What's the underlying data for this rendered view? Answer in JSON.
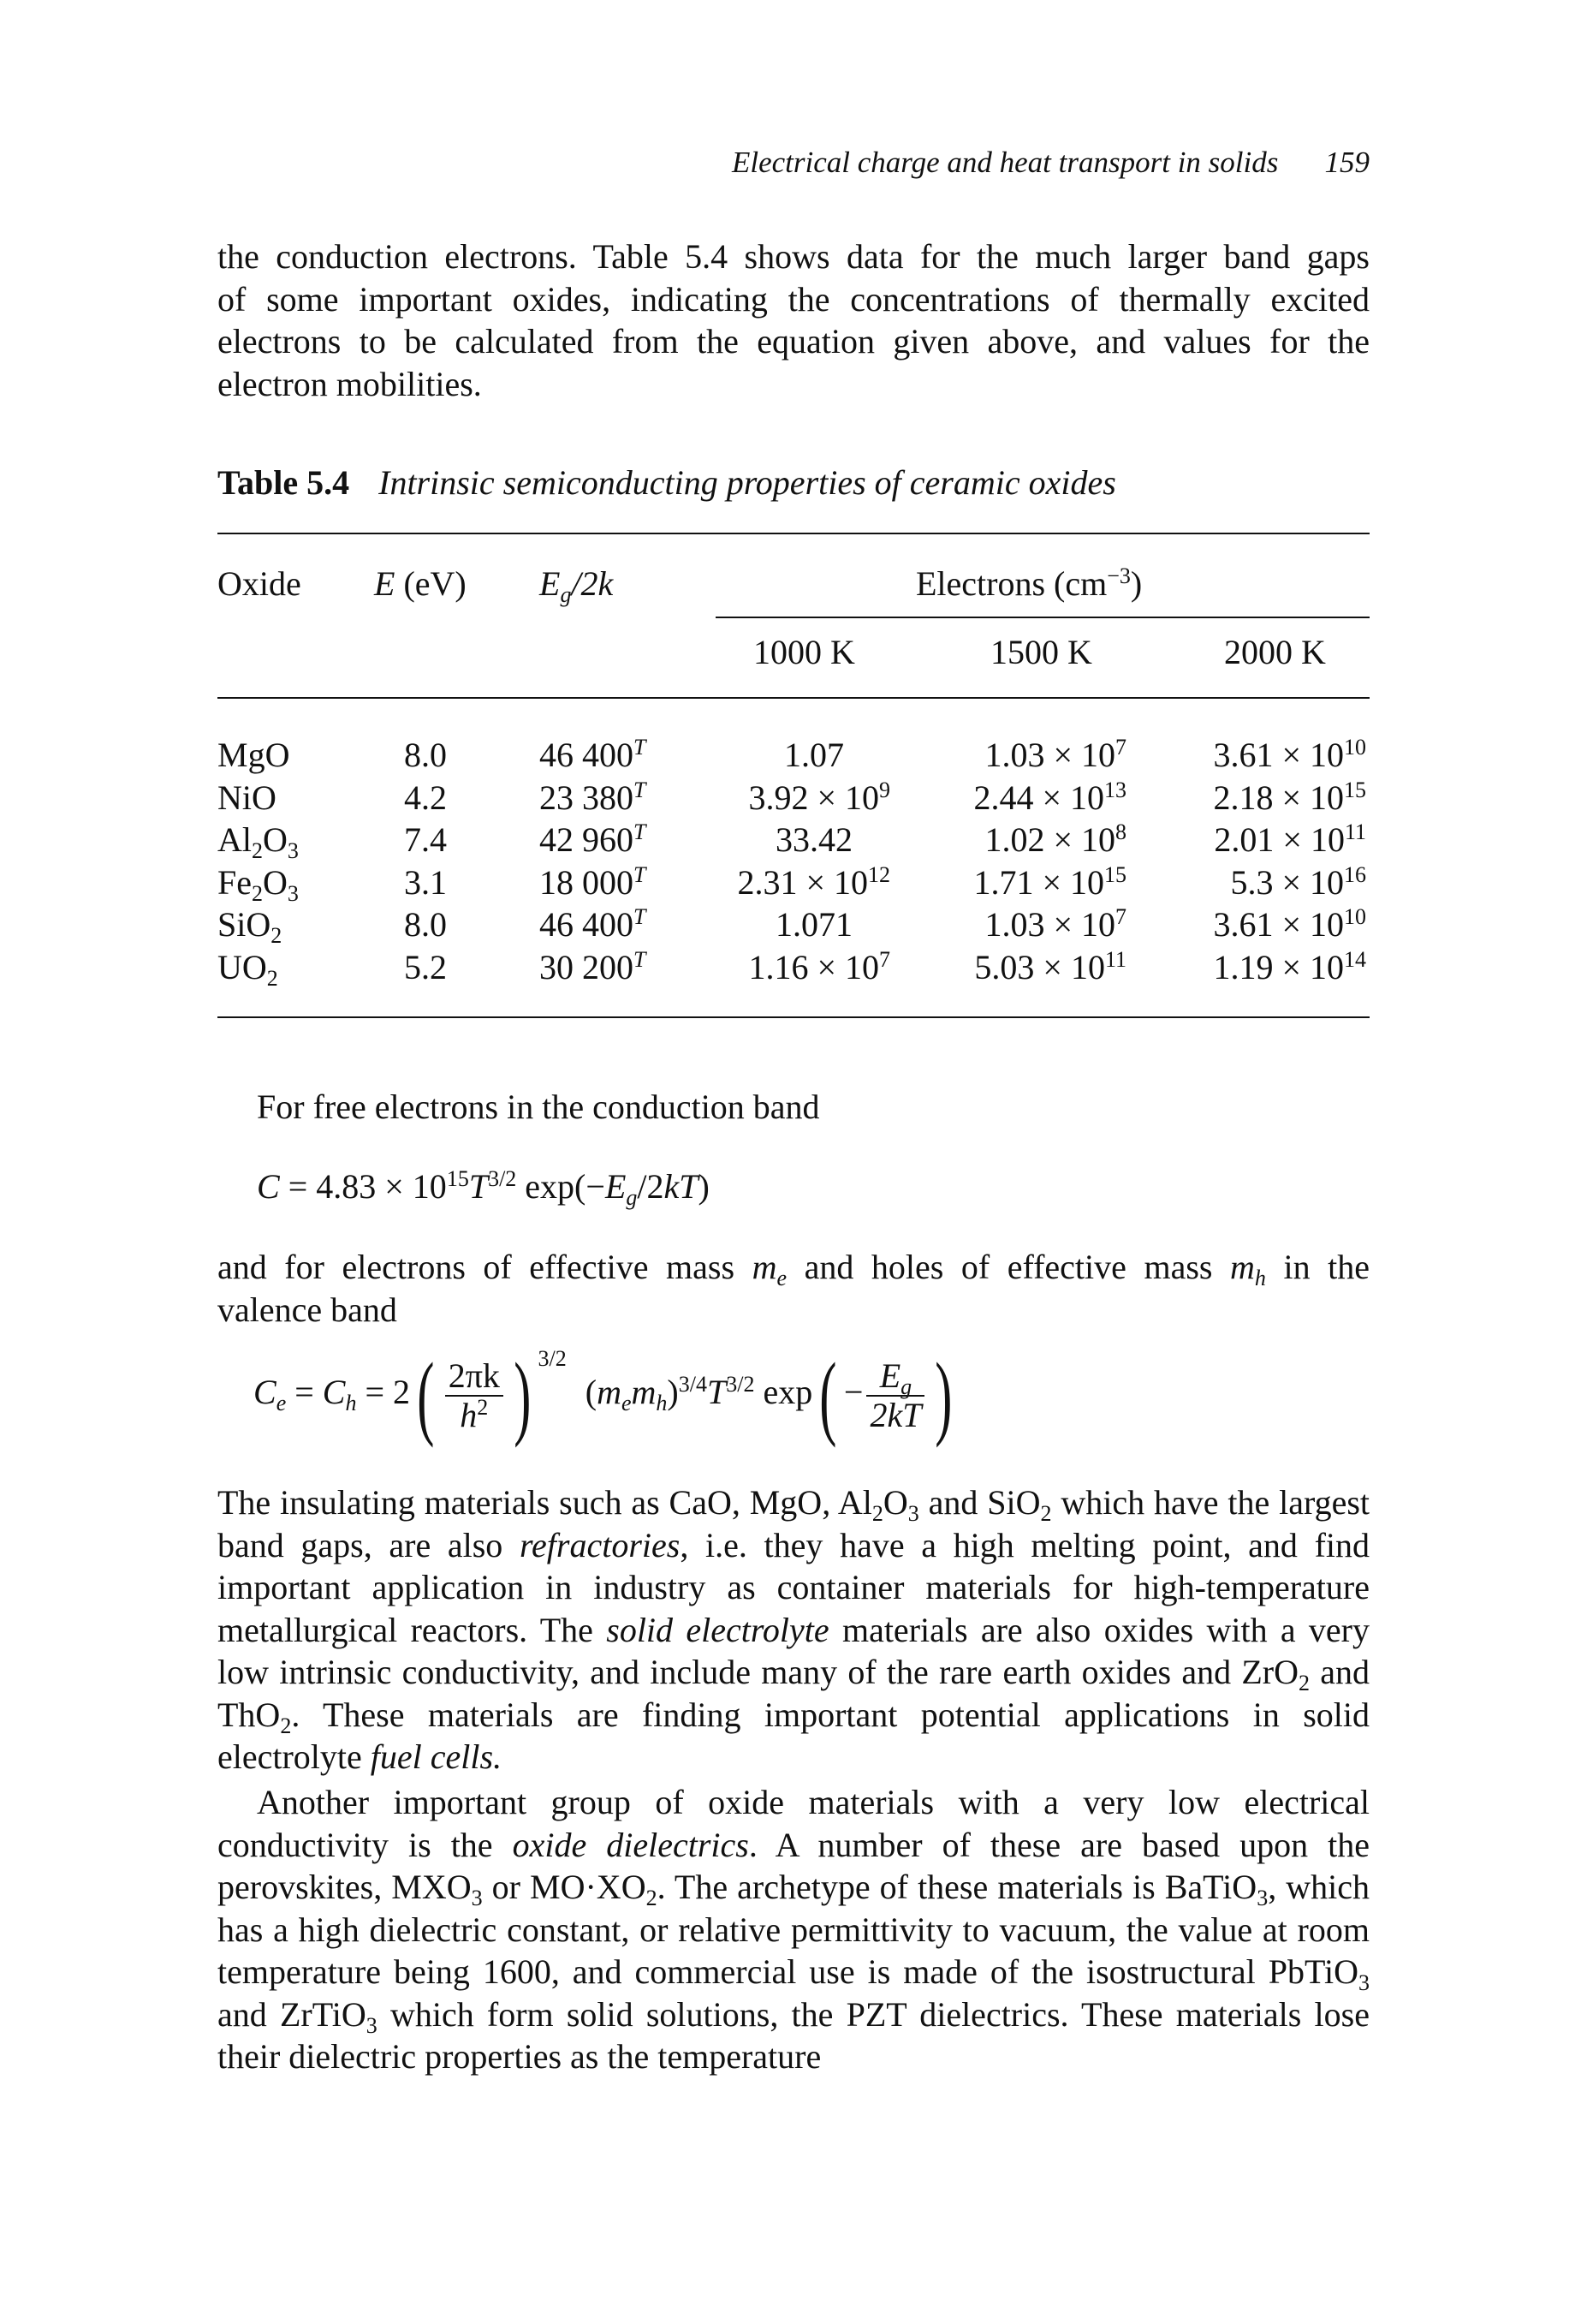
{
  "header": {
    "title": "Electrical charge and heat transport in solids",
    "page_number": "159"
  },
  "intro_lines": [
    "the conduction electrons. Table 5.4 shows data for the much larger band gaps",
    "of some important oxides, indicating the concentrations of thermally excited",
    "electrons to be calculated from the equation given above, and values for the",
    "electron mobilities."
  ],
  "table": {
    "label": "Table 5.4",
    "caption": "Intrinsic semiconducting properties of ceramic oxides",
    "headers": {
      "oxide": "Oxide",
      "e_ev": "(eV)",
      "e_sym": "E",
      "eg_sym_e": "E",
      "eg_sym_g": "g",
      "eg_rest": "/2k",
      "electrons": "Electrons (cm",
      "electrons_exp": "−3",
      "electrons_close": ")",
      "t1": "1000 K",
      "t2": "1500 K",
      "t3": "2000 K"
    },
    "rows": [
      {
        "oxide": [
          "MgO",
          "",
          ""
        ],
        "e": "8.0",
        "eg": "46 400",
        "c1": [
          "1.07",
          ""
        ],
        "c2": [
          "1.03 × 10",
          "7"
        ],
        "c3": [
          "3.61 × 10",
          "10"
        ]
      },
      {
        "oxide": [
          "NiO",
          "",
          ""
        ],
        "e": "4.2",
        "eg": "23 380",
        "c1": [
          "3.92 × 10",
          "9"
        ],
        "c2": [
          "2.44 × 10",
          "13"
        ],
        "c3": [
          "2.18 × 10",
          "15"
        ]
      },
      {
        "oxide": [
          "Al",
          "2",
          "O",
          "3"
        ],
        "e": "7.4",
        "eg": "42 960",
        "c1": [
          "33.42",
          ""
        ],
        "c2": [
          "1.02 × 10",
          "8"
        ],
        "c3": [
          "2.01 × 10",
          "11"
        ]
      },
      {
        "oxide": [
          "Fe",
          "2",
          "O",
          "3"
        ],
        "e": "3.1",
        "eg": "18 000",
        "c1": [
          "2.31 × 10",
          "12"
        ],
        "c2": [
          "1.71 × 10",
          "15"
        ],
        "c3": [
          "5.3 × 10",
          "16"
        ]
      },
      {
        "oxide": [
          "SiO",
          "2",
          "",
          ""
        ],
        "e": "8.0",
        "eg": "46 400",
        "c1": [
          "1.071",
          ""
        ],
        "c2": [
          "1.03 × 10",
          "7"
        ],
        "c3": [
          "3.61 × 10",
          "10"
        ]
      },
      {
        "oxide": [
          "UO",
          "2",
          "",
          ""
        ],
        "e": "5.2",
        "eg": "30 200",
        "c1": [
          "1.16 × 10",
          "7"
        ],
        "c2": [
          "5.03 × 10",
          "11"
        ],
        "c3": [
          "1.19 × 10",
          "14"
        ]
      }
    ],
    "eg_suffix": "T"
  },
  "free_electrons_line": "For free electrons in the conduction band",
  "eq1": {
    "lhs": "C",
    "rhs_a": " = 4.83 × 10",
    "exp15": "15",
    "T": "T",
    "exp32": "3/2",
    "rest_a": " exp(−",
    "E": "E",
    "g": "g",
    "rest_b": "/2",
    "kT": "kT",
    "close": ")"
  },
  "effective_mass_lines": {
    "line1_a": "and for electrons of effective mass ",
    "me_m": "m",
    "me_e": "e",
    "line1_b": " and holes of effective mass ",
    "mh_m": "m",
    "mh_h": "h",
    "line1_c": " in the",
    "line2": "valence band"
  },
  "eq2": {
    "Ce": "C",
    "Ce_sub": "e",
    "eq1": " = ",
    "Ch": "C",
    "Ch_sub": "h",
    "eq2": " = 2",
    "frac1_num": "2πk",
    "frac1_den": "h",
    "frac1_den_exp": "2",
    "exp32": "3/2",
    "mid_open": "(",
    "m1": "m",
    "m1_sub": "e",
    "m2": "m",
    "m2_sub": "h",
    "mid_close": ")",
    "exp34": "3/4",
    "T": "T",
    "exp_T": "3/2",
    "exp_word": " exp",
    "minus": "−",
    "frac2_num_E": "E",
    "frac2_num_g": "g",
    "frac2_den": "2kT"
  },
  "para2": [
    {
      "t": "The insulating materials such as CaO, MgO, Al"
    },
    {
      "sub": "2"
    },
    {
      "t": "O"
    },
    {
      "sub": "3"
    },
    {
      "t": " and SiO"
    },
    {
      "sub": "2"
    },
    {
      "t": " which have the largest band gaps, are also "
    },
    {
      "i": "refractories"
    },
    {
      "t": ", i.e. they have a high melting point, and find important application in industry as container materials for high-temperature metallurgical reactors. The "
    },
    {
      "i": "solid electrolyte"
    },
    {
      "t": " materials are also oxides with a very low intrinsic conductivity, and include many of the rare earth oxides and ZrO"
    },
    {
      "sub": "2"
    },
    {
      "t": " and ThO"
    },
    {
      "sub": "2"
    },
    {
      "t": ". These materials are finding important potential applications in solid electrolyte "
    },
    {
      "i": "fuel cells."
    }
  ],
  "para3": [
    {
      "t": "Another important group of oxide materials with a very low electrical conductivity is the "
    },
    {
      "i": "oxide dielectrics"
    },
    {
      "t": ". A number of these are based upon the perovskites, MXO"
    },
    {
      "sub": "3"
    },
    {
      "t": " or MO·XO"
    },
    {
      "sub": "2"
    },
    {
      "t": ". The archetype of these materials is BaTiO"
    },
    {
      "sub": "3"
    },
    {
      "t": ", which has a high dielectric constant, or relative permittivity to vacuum, the value at room temperature being 1600, and commercial use is made of the isostructural PbTiO"
    },
    {
      "sub": "3"
    },
    {
      "t": " and ZrTiO"
    },
    {
      "sub": "3"
    },
    {
      "t": " which form solid solutions, the PZT dielectrics. These materials lose their dielectric properties as the temperature"
    }
  ]
}
